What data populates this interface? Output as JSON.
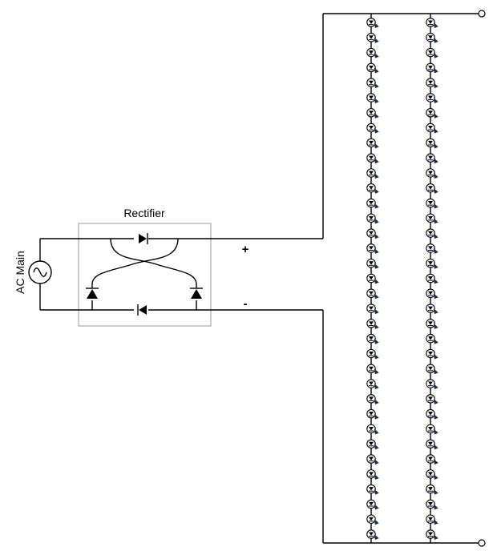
{
  "labels": {
    "rectifier": "Rectifier",
    "ac_main": "AC Main",
    "plus": "+",
    "minus": "-"
  },
  "led_strings": {
    "count": 2,
    "leds_per_string": 35
  },
  "colors": {
    "wire": "#000000",
    "box": "#9a9a9a",
    "led_arrow": "#1f2a44"
  }
}
